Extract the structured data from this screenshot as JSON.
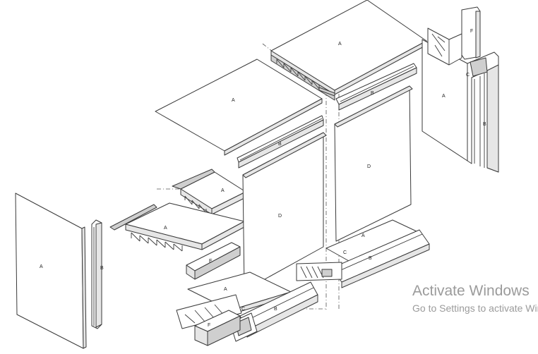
{
  "labels": {
    "A": "A",
    "B": "B",
    "C": "C",
    "D": "D",
    "E": "E",
    "F": "F"
  },
  "watermark": {
    "title": "Activate Windows",
    "subtitle": "Go to Settings to activate Windows."
  }
}
